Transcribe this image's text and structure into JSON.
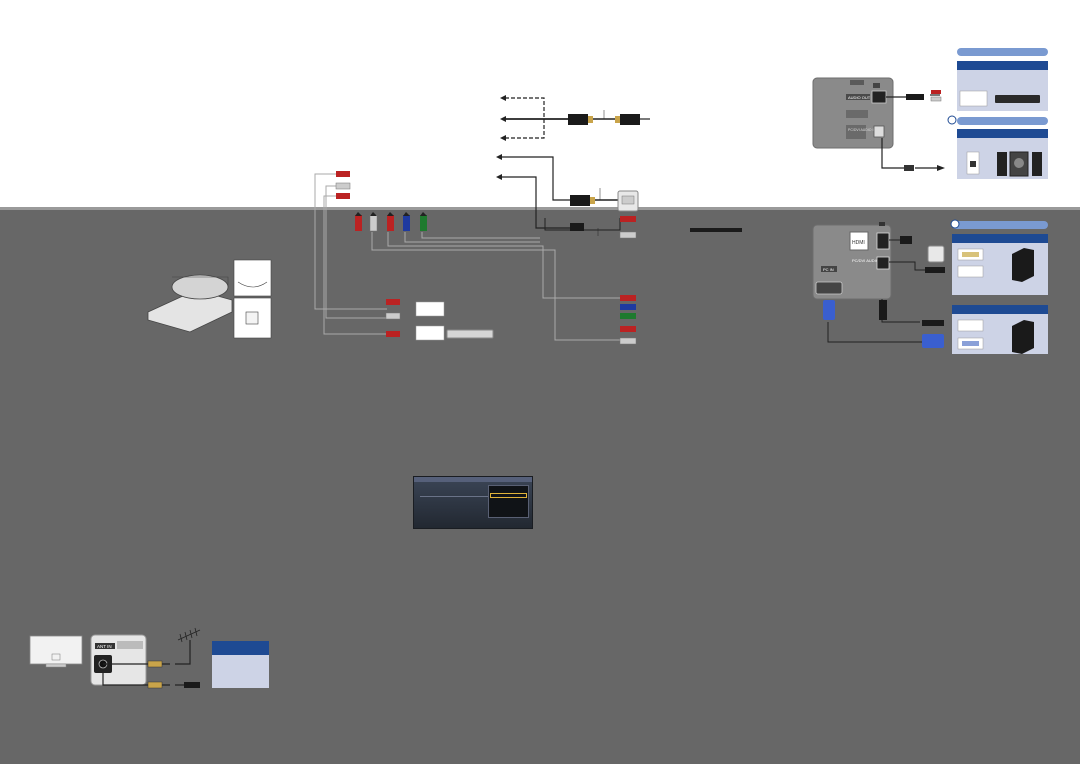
{
  "page": {
    "background_top": "#ffffff",
    "background_bottom": "#676767",
    "accent_blue": "#1e4a93",
    "panel_light": "#cdd3e6"
  },
  "labels": {
    "audio_out": "AUDIO OUT",
    "pc_dvi_audio_in": "PC/DVI\nAUDIO IN",
    "hdmi": "HDMI",
    "pc_dvi_audio_in_right": "PC/DVI\nAUDIO IN",
    "pc_in": "PC IN",
    "ant_in": "ANT IN"
  },
  "icons": [
    "hdmi-connector-icon",
    "dvi-connector-icon",
    "vga-connector-icon",
    "rca-plug-icon",
    "optical-plug-icon",
    "antenna-icon",
    "tv-rear-icon",
    "bd-player-icon",
    "pc-tower-icon",
    "stand-assembly-icon"
  ]
}
